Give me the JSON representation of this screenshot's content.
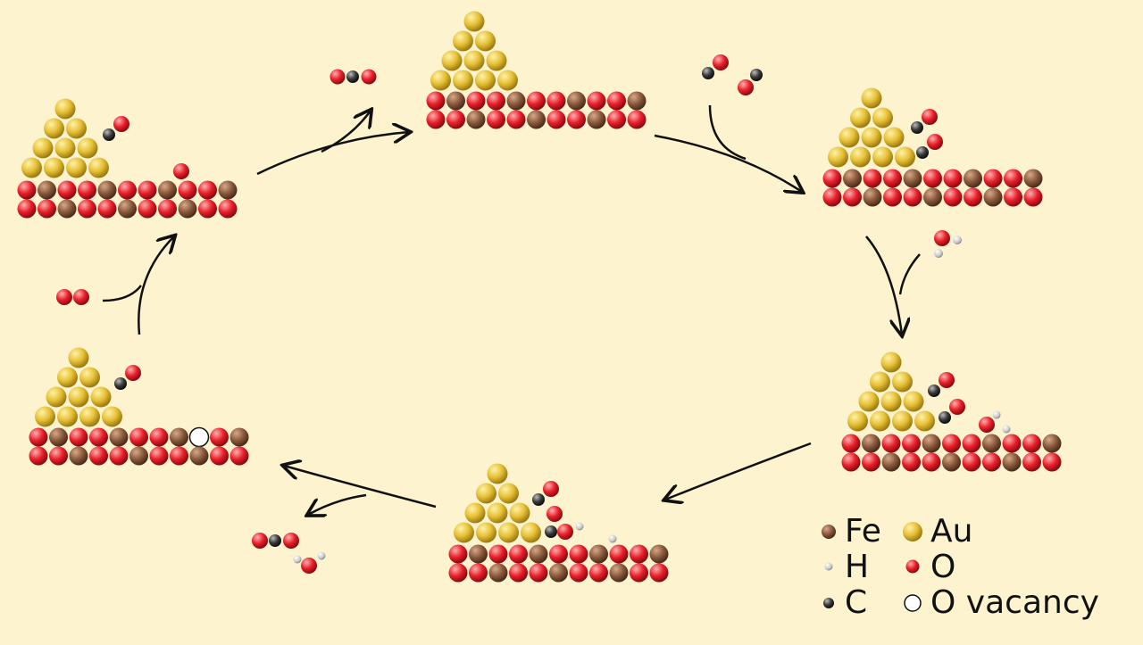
{
  "colors": {
    "background": "#fdf3cf",
    "Fe": "#8a5a3c",
    "Au": "#e8c23a",
    "O": "#e8202a",
    "C": "#3a3a3a",
    "H": "#c8c8c8",
    "vacancy": "#ffffff",
    "arrow": "#111111"
  },
  "legend": {
    "fe": "Fe",
    "au": "Au",
    "h": "H",
    "o": "O",
    "c": "C",
    "vacancy": "O vacancy"
  },
  "states": [
    {
      "id": "state-1",
      "description_key": "Au cluster on iron oxide surface"
    },
    {
      "id": "state-2",
      "description_key": "CO adsorbed"
    },
    {
      "id": "state-3",
      "description_key": "H2O adsorbed"
    },
    {
      "id": "state-4",
      "description_key": "OH and CO intermediates"
    },
    {
      "id": "state-5",
      "description_key": "surface with O vacancy"
    },
    {
      "id": "state-6",
      "description_key": "O refilled"
    }
  ]
}
